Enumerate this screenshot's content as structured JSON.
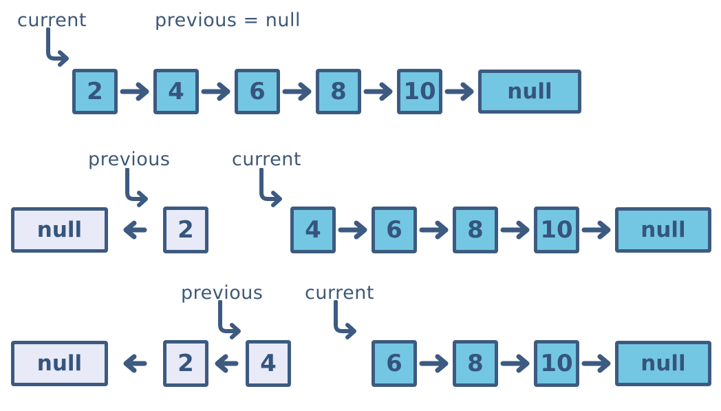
{
  "colors": {
    "node_fill": "#74c7e2",
    "visited_node_fill": "#e8eaf8",
    "outline_and_text": "#3d5a80",
    "label_text": "#3d5878",
    "background": "#ffffff"
  },
  "step1": {
    "current_label": "current",
    "previous_label": "previous = null",
    "nodes": [
      "2",
      "4",
      "6",
      "8",
      "10",
      "null"
    ]
  },
  "step2": {
    "previous_label": "previous",
    "current_label": "current",
    "reversed_nodes": [
      "null",
      "2"
    ],
    "forward_nodes": [
      "4",
      "6",
      "8",
      "10",
      "null"
    ]
  },
  "step3": {
    "previous_label": "previous",
    "current_label": "current",
    "reversed_nodes": [
      "null",
      "2",
      "4"
    ],
    "forward_nodes": [
      "6",
      "8",
      "10",
      "null"
    ]
  }
}
